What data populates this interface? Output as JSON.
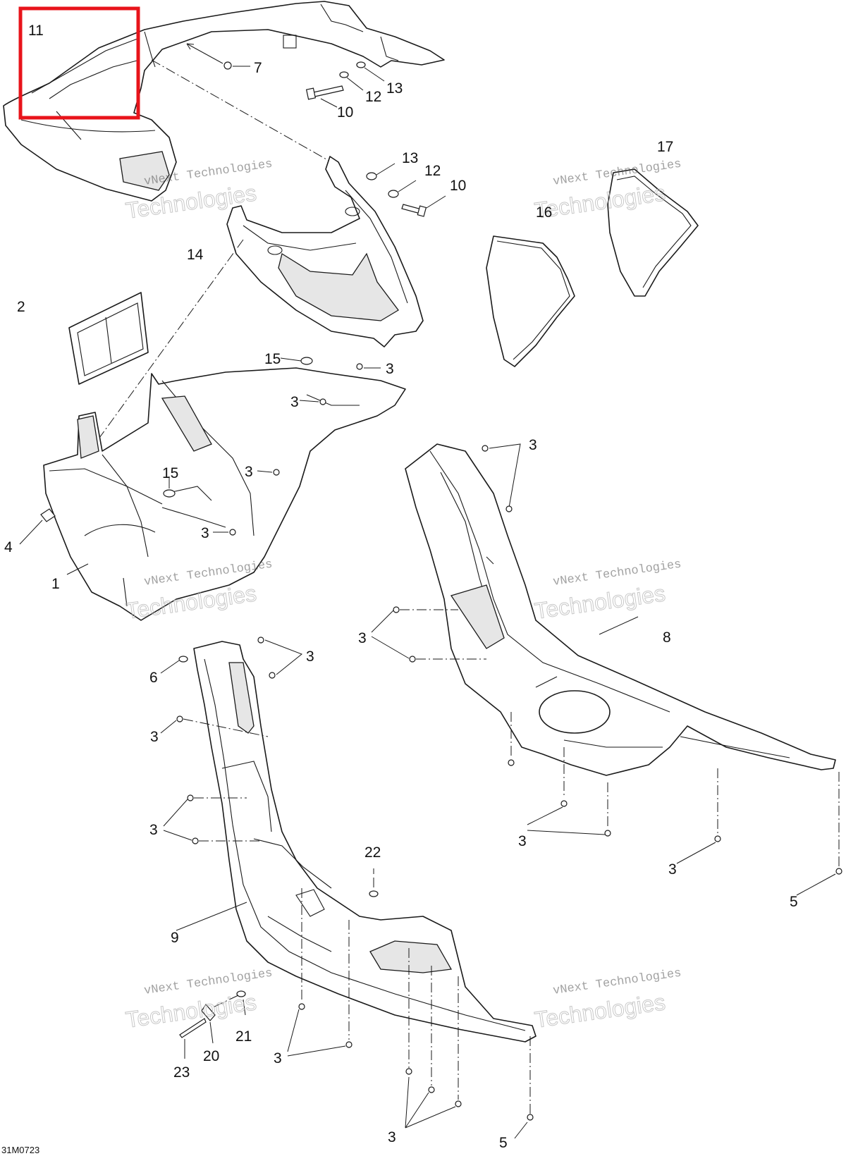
{
  "drawing_id": "31M0723",
  "watermark": {
    "line1": "vNext Technologies",
    "line2": "Technologies"
  },
  "highlight_color": "#e8141b",
  "callouts": [
    {
      "id": "c11",
      "text": "11"
    },
    {
      "id": "c7",
      "text": "7"
    },
    {
      "id": "c13a",
      "text": "13"
    },
    {
      "id": "c12a",
      "text": "12"
    },
    {
      "id": "c10a",
      "text": "10"
    },
    {
      "id": "c13b",
      "text": "13"
    },
    {
      "id": "c12b",
      "text": "12"
    },
    {
      "id": "c10b",
      "text": "10"
    },
    {
      "id": "c17",
      "text": "17"
    },
    {
      "id": "c16",
      "text": "16"
    },
    {
      "id": "c14",
      "text": "14"
    },
    {
      "id": "c2",
      "text": "2"
    },
    {
      "id": "c15a",
      "text": "15"
    },
    {
      "id": "c3a",
      "text": "3"
    },
    {
      "id": "c3b",
      "text": "3"
    },
    {
      "id": "c15b",
      "text": "15"
    },
    {
      "id": "c3c",
      "text": "3"
    },
    {
      "id": "c3d",
      "text": "3"
    },
    {
      "id": "c4",
      "text": "4"
    },
    {
      "id": "c1",
      "text": "1"
    },
    {
      "id": "c3e",
      "text": "3"
    },
    {
      "id": "c3f",
      "text": "3"
    },
    {
      "id": "c8",
      "text": "8"
    },
    {
      "id": "c6",
      "text": "6"
    },
    {
      "id": "c3g",
      "text": "3"
    },
    {
      "id": "c3h",
      "text": "3"
    },
    {
      "id": "c3i",
      "text": "3"
    },
    {
      "id": "c3j",
      "text": "3"
    },
    {
      "id": "c3k",
      "text": "3"
    },
    {
      "id": "c5a",
      "text": "5"
    },
    {
      "id": "c22",
      "text": "22"
    },
    {
      "id": "c9",
      "text": "9"
    },
    {
      "id": "c21",
      "text": "21"
    },
    {
      "id": "c20",
      "text": "20"
    },
    {
      "id": "c23",
      "text": "23"
    },
    {
      "id": "c3l",
      "text": "3"
    },
    {
      "id": "c3m",
      "text": "3"
    },
    {
      "id": "c5b",
      "text": "5"
    }
  ]
}
